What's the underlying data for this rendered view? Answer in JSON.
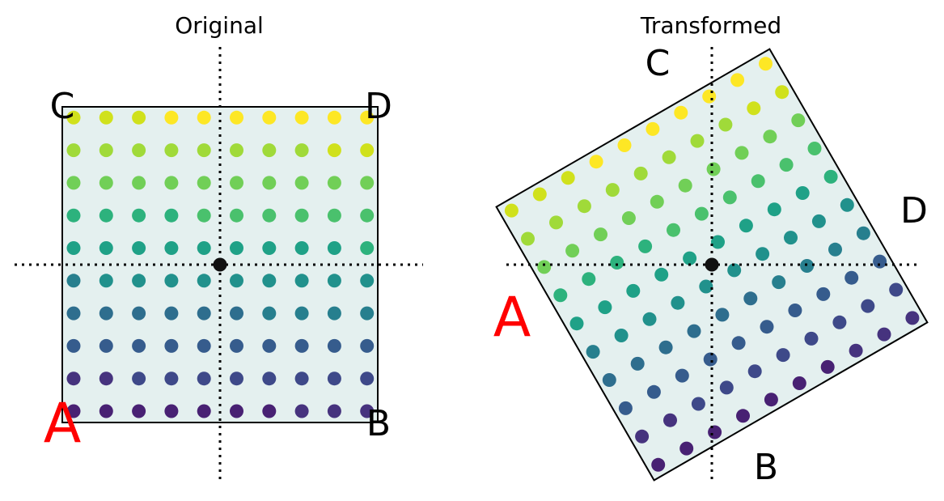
{
  "panels": [
    {
      "title": "Original",
      "rotation_deg": 0,
      "corner_labels": {
        "A": "A",
        "B": "B",
        "C": "C",
        "D": "D"
      }
    },
    {
      "title": "Transformed",
      "rotation_deg": 30,
      "corner_labels": {
        "A": "A",
        "B": "B",
        "C": "C",
        "D": "D"
      }
    }
  ],
  "grid": {
    "columns": 10,
    "rows": 10,
    "colormap": "viridis",
    "origin_marker": true
  },
  "colors": {
    "fill": "#e4f0ef",
    "outline": "#000000",
    "axis": "#000000",
    "label_a": "#ff0000",
    "label_other": "#000000",
    "viridis": [
      "#482173",
      "#46337e",
      "#3e4989",
      "#365c8d",
      "#2e6e8e",
      "#277f8e",
      "#21918c",
      "#1fa187",
      "#2db27d",
      "#4ac16d",
      "#71cf57",
      "#a0da39",
      "#d0e11c",
      "#fde725"
    ]
  }
}
